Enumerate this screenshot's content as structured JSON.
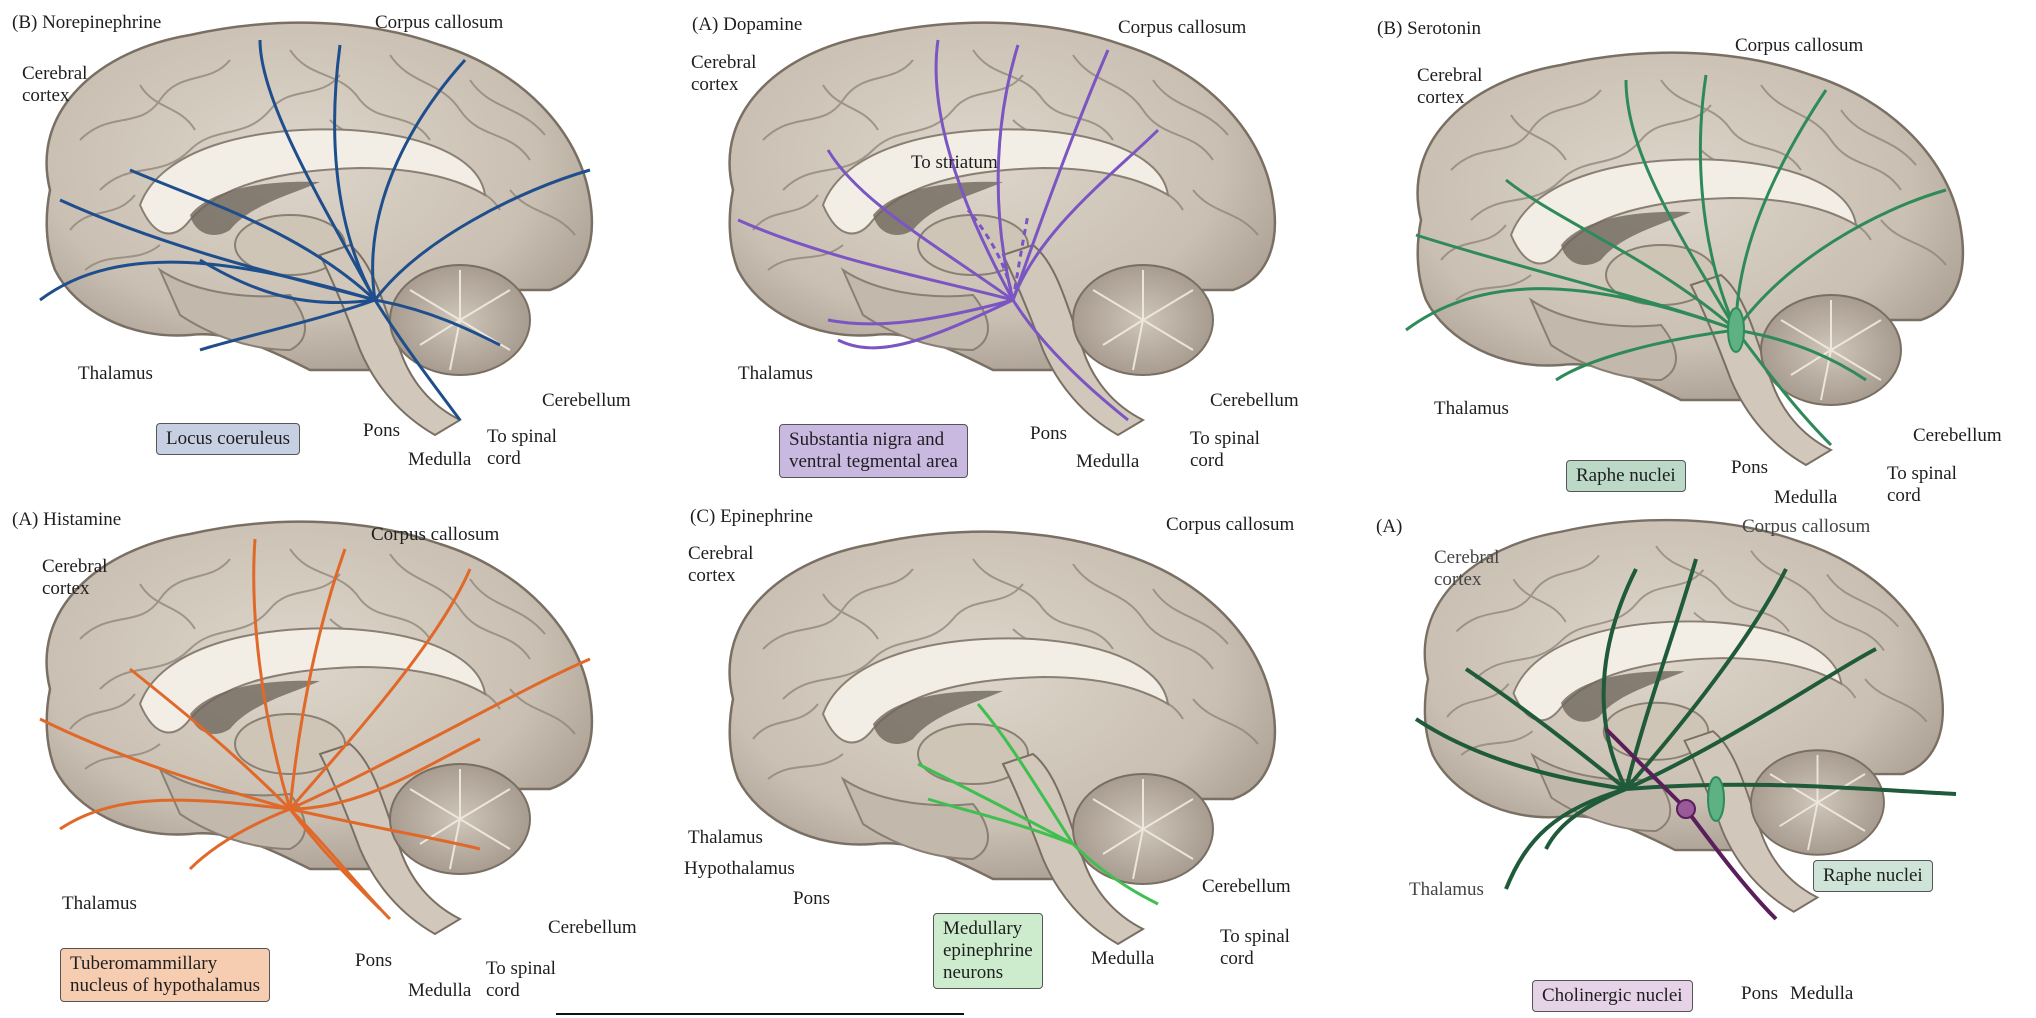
{
  "panels": {
    "norepinephrine": {
      "title": "(B)  Norepinephrine",
      "labels": {
        "corpus_callosum": "Corpus callosum",
        "cerebral_cortex": "Cerebral\ncortex",
        "thalamus": "Thalamus",
        "pons": "Pons",
        "medulla": "Medulla",
        "cerebellum": "Cerebellum",
        "spinal": "To spinal\ncord"
      },
      "box": "Locus coeruleus",
      "color": "#1f4e8c",
      "box_color": "#c7d0e3"
    },
    "dopamine": {
      "title": "(A)  Dopamine",
      "labels": {
        "corpus_callosum": "Corpus callosum",
        "cerebral_cortex": "Cerebral\ncortex",
        "striatum": "To striatum",
        "thalamus": "Thalamus",
        "pons": "Pons",
        "medulla": "Medulla",
        "cerebellum": "Cerebellum",
        "spinal": "To spinal\ncord"
      },
      "box": "Substantia nigra and\nventral tegmental area",
      "color": "#7b55c2",
      "box_color": "#c9b9e0"
    },
    "serotonin": {
      "title": "(B)  Serotonin",
      "labels": {
        "corpus_callosum": "Corpus callosum",
        "cerebral_cortex": "Cerebral\ncortex",
        "thalamus": "Thalamus",
        "pons": "Pons",
        "medulla": "Medulla",
        "cerebellum": "Cerebellum",
        "spinal": "To spinal\ncord"
      },
      "box": "Raphe nuclei",
      "color": "#2f8a5a",
      "box_color": "#bcd8c6"
    },
    "histamine": {
      "title": "(A)  Histamine",
      "labels": {
        "corpus_callosum": "Corpus callosum",
        "cerebral_cortex": "Cerebral\ncortex",
        "thalamus": "Thalamus",
        "pons": "Pons",
        "medulla": "Medulla",
        "cerebellum": "Cerebellum",
        "spinal": "To spinal\ncord"
      },
      "box": "Tuberomammillary\nnucleus of hypothalamus",
      "color": "#e0692a",
      "box_color": "#f6cdb0"
    },
    "epinephrine": {
      "title": "(C)  Epinephrine",
      "labels": {
        "corpus_callosum": "Corpus callosum",
        "cerebral_cortex": "Cerebral\ncortex",
        "thalamus": "Thalamus",
        "hypothalamus": "Hypothalamus",
        "pons": "Pons",
        "medulla": "Medulla",
        "cerebellum": "Cerebellum",
        "spinal": "To spinal\ncord"
      },
      "box": "Medullary\nepinephrine\nneurons",
      "color": "#3fbf4f",
      "box_color": "#cdeccd"
    },
    "cholinergic": {
      "title": "(A)",
      "labels": {
        "corpus_callosum": "Corpus callosum",
        "cerebral_cortex": "Cerebral\ncortex",
        "thalamus": "Thalamus",
        "pons": "Pons",
        "medulla": "Medulla"
      },
      "box_raphe": "Raphe nuclei",
      "box_cholinergic": "Cholinergic nuclei",
      "color": "#1f5a3a",
      "color2": "#5a1f5a",
      "box_color": "#cfe4d8",
      "box_color2": "#e7d3e7"
    }
  }
}
